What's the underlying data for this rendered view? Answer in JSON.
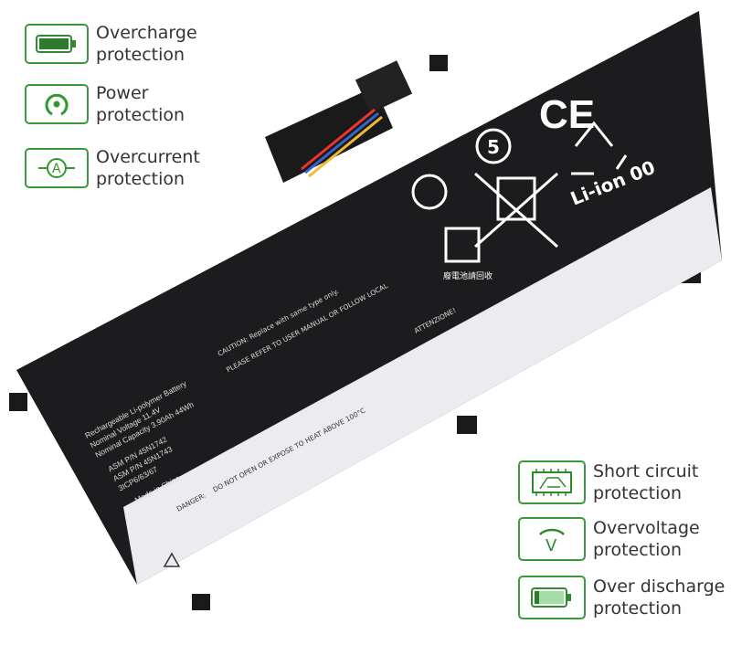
{
  "features_left": [
    {
      "icon": "battery-full-icon",
      "line1": "Overcharge",
      "line2": "protection"
    },
    {
      "icon": "power-icon",
      "line1": "Power",
      "line2": "protection"
    },
    {
      "icon": "ammeter-icon",
      "line1": "Overcurrent",
      "line2": "protection"
    }
  ],
  "features_right": [
    {
      "icon": "circuit-board-icon",
      "line1": "Short circuit",
      "line2": "protection"
    },
    {
      "icon": "voltmeter-icon",
      "line1": "Overvoltage",
      "line2": "protection"
    },
    {
      "icon": "battery-low-icon",
      "line1": "Over discharge",
      "line2": "protection"
    }
  ],
  "battery_label": {
    "type": "Rechargeable Li-polymer Battery",
    "voltage": "Nominal Voltage  11.4V",
    "capacity": "Nominal Capacity  3.90Ah  44Wh",
    "asm1": "ASM P/N  45N1742",
    "asm2": "ASM P/N  45N1743",
    "cells": "3ICP6/63/67",
    "origin": "Made in China",
    "caution": "CAUTION: Replace with same type only.",
    "caution2": "PLEASE REFER TO USER MANUAL OR FOLLOW LOCAL",
    "danger": "DANGER:",
    "danger_text": "DO NOT OPEN OR EXPOSE TO HEAT ABOVE 100°C",
    "attention": "ATTENZIONE!",
    "ce": "CE",
    "liion": "Li-ion 00",
    "recycle_cn": "廢電池請回收"
  },
  "colors": {
    "green": "#3a9a3a",
    "battery": "#1c1c1e",
    "label": "#ececf0"
  }
}
